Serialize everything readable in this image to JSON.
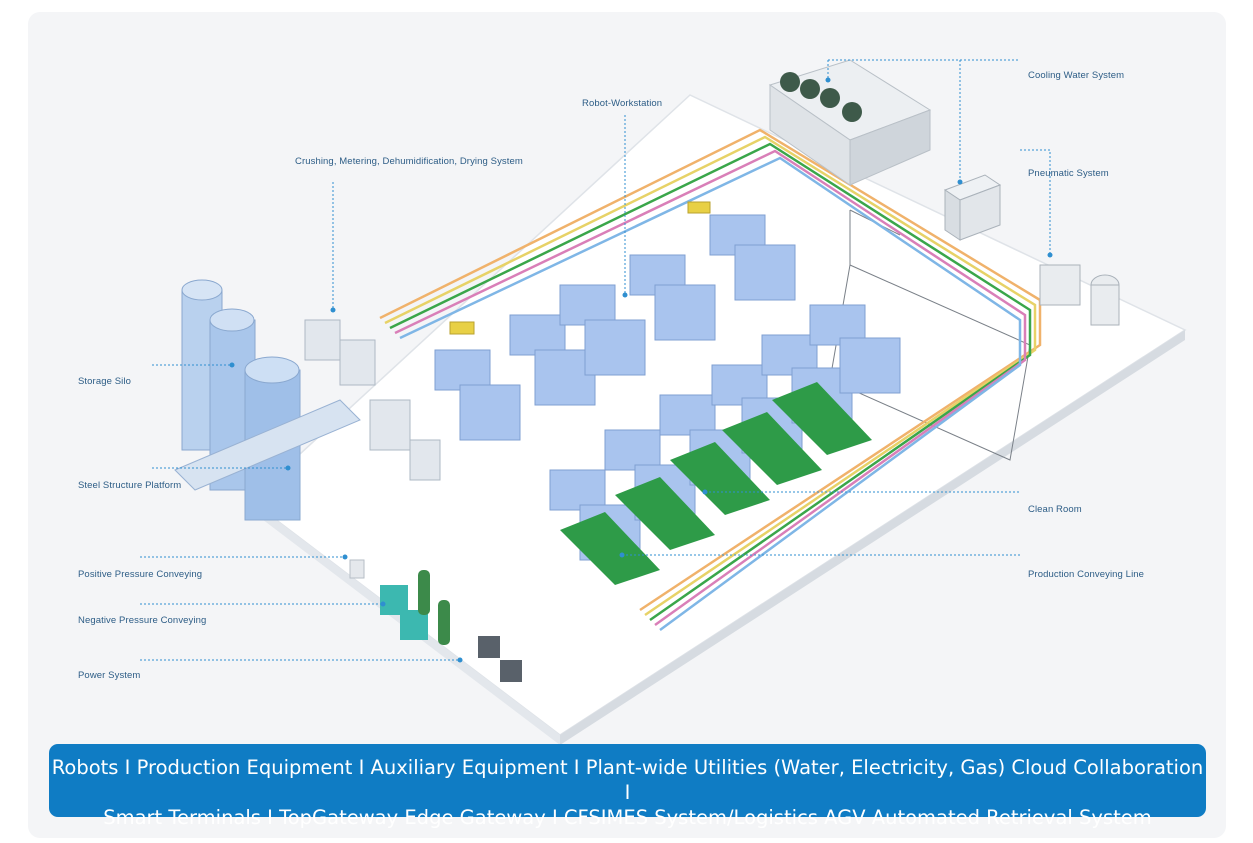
{
  "labels": {
    "cooling_water": "Cooling Water System",
    "robot_workstation": "Robot-Workstation",
    "crushing": "Crushing, Metering, Dehumidification, Drying System",
    "pneumatic": "Pneumatic System",
    "storage_silo": "Storage Silo",
    "steel_structure": "Steel Structure Platform",
    "clean_room": "Clean Room",
    "positive_pressure": "Positive Pressure Conveying",
    "production_line": "Production Conveying Line",
    "negative_pressure": "Negative Pressure Conveying",
    "power_system": "Power System"
  },
  "banner": {
    "line1": "Robots I Production Equipment I Auxiliary Equipment I Plant-wide Utilities (Water, Electricity, Gas) Cloud Collaboration I",
    "line2": "Smart Terminals I TopGateway Edge Gateway I CFSIMES System/Logistics AGV Automated Retrieval System"
  },
  "colors": {
    "banner_bg": "#0f7cc4",
    "label_text": "#2d5d86",
    "leader_line": "#2f8fd0",
    "machine_blue": "#a9c4ee",
    "conveyor_green": "#2e9b48"
  }
}
